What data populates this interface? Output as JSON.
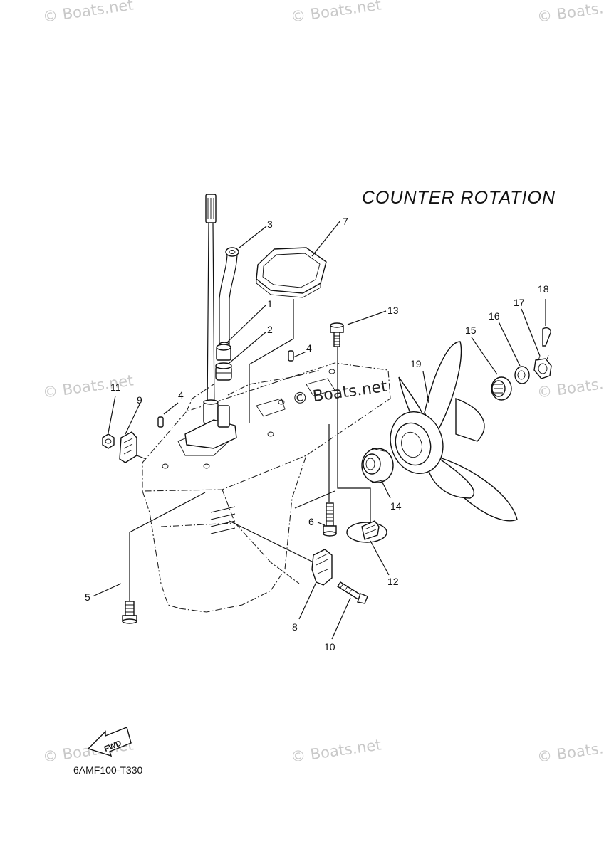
{
  "title": "COUNTER ROTATION",
  "diagram_code": "6AMF100-T330",
  "fwd_label": "FWD",
  "watermark": "© Boats.net",
  "colors": {
    "ink": "#111111",
    "watermark": "#c9c9c9",
    "background": "#ffffff"
  },
  "parts": [
    {
      "ref": "1"
    },
    {
      "ref": "2"
    },
    {
      "ref": "3"
    },
    {
      "ref": "4"
    },
    {
      "ref": "4"
    },
    {
      "ref": "5"
    },
    {
      "ref": "6"
    },
    {
      "ref": "7"
    },
    {
      "ref": "8"
    },
    {
      "ref": "9"
    },
    {
      "ref": "10"
    },
    {
      "ref": "11"
    },
    {
      "ref": "12"
    },
    {
      "ref": "13"
    },
    {
      "ref": "14"
    },
    {
      "ref": "15"
    },
    {
      "ref": "16"
    },
    {
      "ref": "17"
    },
    {
      "ref": "18"
    },
    {
      "ref": "19"
    }
  ]
}
